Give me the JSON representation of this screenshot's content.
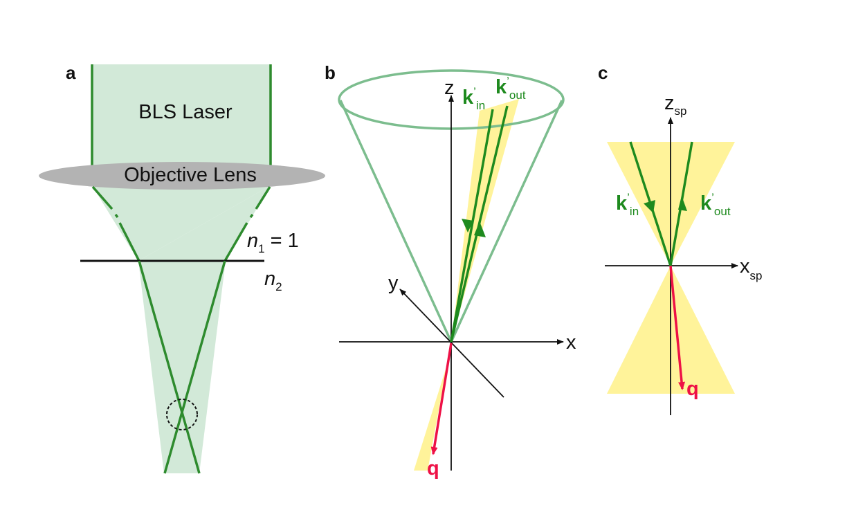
{
  "panels": {
    "a": {
      "label": "a",
      "laser_text": "BLS Laser",
      "lens_text": "Objective Lens",
      "n1_sym": "n",
      "n1_sub": "1",
      "n1_val": " = 1",
      "n2_sym": "n",
      "n2_sub": "2"
    },
    "b": {
      "label": "b",
      "axis_z": "z",
      "axis_x": "x",
      "axis_y": "y",
      "kin_main": "k",
      "kin_prime": "’",
      "kin_sub": "in",
      "kout_main": "k",
      "kout_prime": "’",
      "kout_sub": "out",
      "q": "q"
    },
    "c": {
      "label": "c",
      "axis_z": "z",
      "axis_z_sub": "sp",
      "axis_x": "x",
      "axis_x_sub": "sp",
      "kin_main": "k",
      "kin_prime": "’",
      "kin_sub": "in",
      "kout_main": "k",
      "kout_prime": "’",
      "kout_sub": "out",
      "q": "q"
    }
  },
  "colors": {
    "beam_fill": "#d2e9d8",
    "beam_edge": "#2e8b2e",
    "lens": "#b3b3b3",
    "cone": "#7cbd8e",
    "highlight": "#fff39a",
    "vector_green": "#1e8a1e",
    "vector_red": "#ee1146",
    "axis": "#111111"
  }
}
